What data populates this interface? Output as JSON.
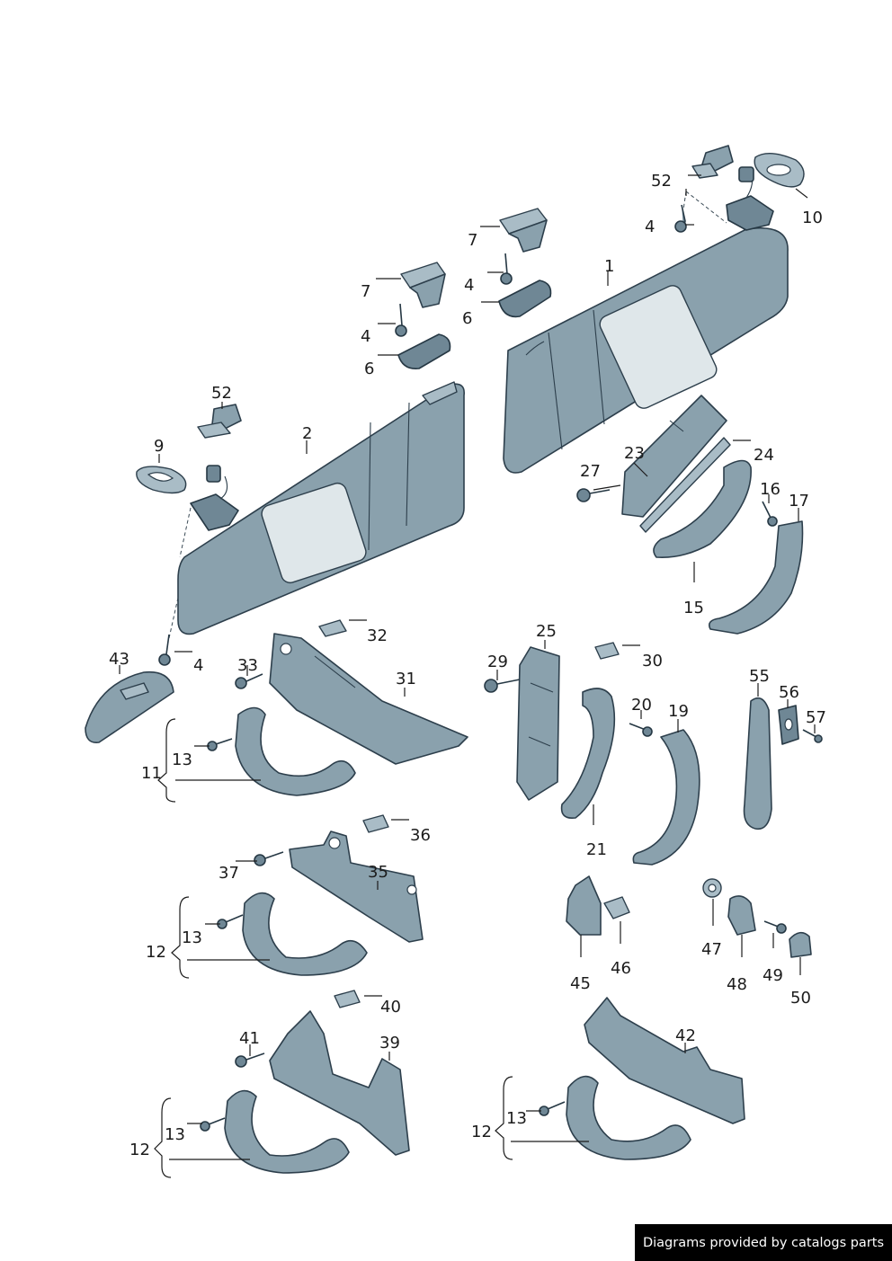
{
  "credit": "Diagrams provided by catalogs parts",
  "callouts": [
    "1",
    "2",
    "4",
    "4",
    "4",
    "4",
    "6",
    "6",
    "7",
    "7",
    "9",
    "10",
    "11",
    "12",
    "12",
    "12",
    "13",
    "13",
    "13",
    "13",
    "15",
    "16",
    "17",
    "19",
    "20",
    "21",
    "23",
    "24",
    "25",
    "27",
    "29",
    "30",
    "31",
    "32",
    "33",
    "35",
    "36",
    "37",
    "39",
    "40",
    "41",
    "42",
    "43",
    "45",
    "46",
    "47",
    "48",
    "49",
    "50",
    "52",
    "52",
    "55",
    "56",
    "57"
  ],
  "colors": {
    "part": "#8aa1ad",
    "outline": "#2d3f4c",
    "mirror": "#dfe7ea"
  }
}
